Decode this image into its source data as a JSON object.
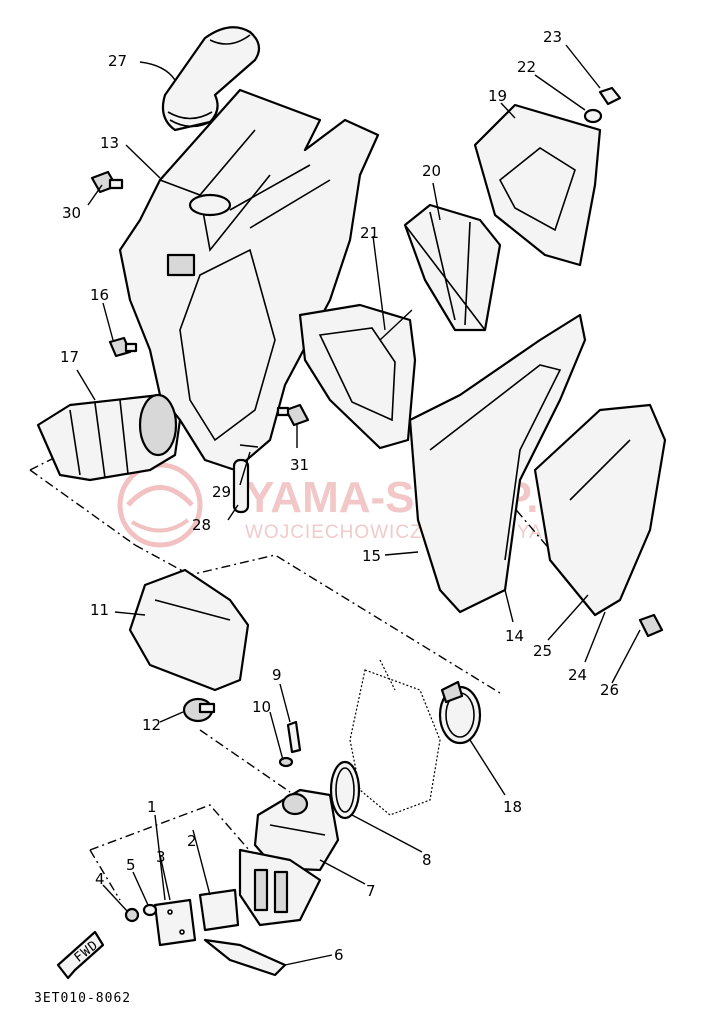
{
  "diagram": {
    "diagram_code": "3ET010-8062",
    "fwd_label": "FWD",
    "watermark": {
      "brand": "YAMA-SKLEP.PL",
      "subtitle": "WOJCIECHOWICZ DEALER YAMAHA"
    },
    "callouts": [
      {
        "id": "c1",
        "label": "1"
      },
      {
        "id": "c2",
        "label": "2"
      },
      {
        "id": "c3",
        "label": "3"
      },
      {
        "id": "c4",
        "label": "4"
      },
      {
        "id": "c5",
        "label": "5"
      },
      {
        "id": "c6",
        "label": "6"
      },
      {
        "id": "c7",
        "label": "7"
      },
      {
        "id": "c8",
        "label": "8"
      },
      {
        "id": "c9",
        "label": "9"
      },
      {
        "id": "c10",
        "label": "10"
      },
      {
        "id": "c11",
        "label": "11"
      },
      {
        "id": "c12",
        "label": "12"
      },
      {
        "id": "c13",
        "label": "13"
      },
      {
        "id": "c14",
        "label": "14"
      },
      {
        "id": "c15",
        "label": "15"
      },
      {
        "id": "c16",
        "label": "16"
      },
      {
        "id": "c17",
        "label": "17"
      },
      {
        "id": "c18",
        "label": "18"
      },
      {
        "id": "c19",
        "label": "19"
      },
      {
        "id": "c20",
        "label": "20"
      },
      {
        "id": "c21",
        "label": "21"
      },
      {
        "id": "c22",
        "label": "22"
      },
      {
        "id": "c23",
        "label": "23"
      },
      {
        "id": "c24",
        "label": "24"
      },
      {
        "id": "c25",
        "label": "25"
      },
      {
        "id": "c26",
        "label": "26"
      },
      {
        "id": "c27",
        "label": "27"
      },
      {
        "id": "c28",
        "label": "28"
      },
      {
        "id": "c29",
        "label": "29"
      },
      {
        "id": "c30",
        "label": "30"
      },
      {
        "id": "c31",
        "label": "31"
      }
    ]
  }
}
